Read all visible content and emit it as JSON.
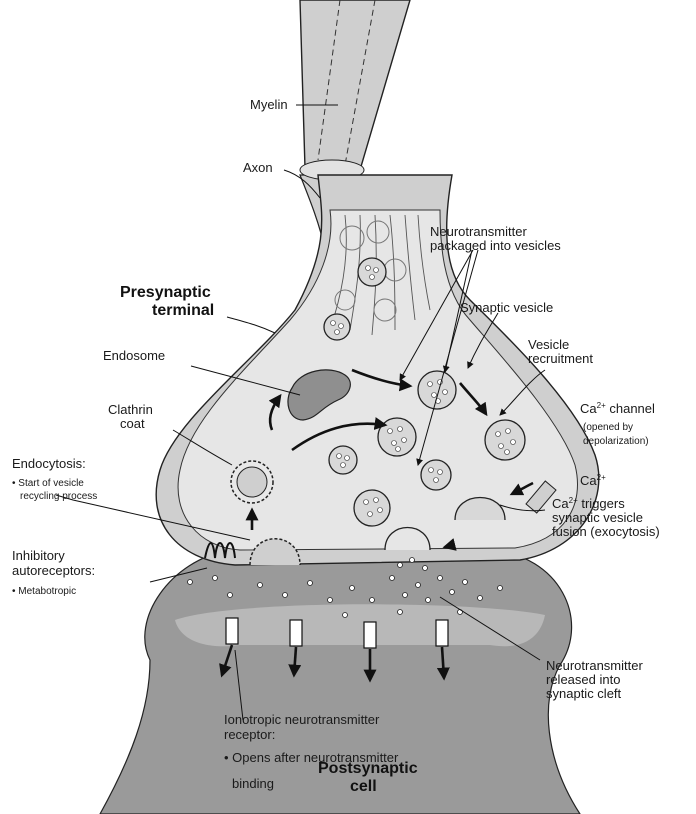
{
  "labels": {
    "myelin": "Myelin",
    "axon": "Axon",
    "nt_packaged_1": "Neurotransmitter",
    "nt_packaged_2": "packaged into vesicles",
    "presynaptic_1": "Presynaptic",
    "presynaptic_2": "terminal",
    "synaptic_vesicle": "Synaptic vesicle",
    "endosome": "Endosome",
    "vesicle_recruitment_1": "Vesicle",
    "vesicle_recruitment_2": "recruitment",
    "clathrin_1": "Clathrin",
    "clathrin_2": "coat",
    "ca_channel_1": "Ca",
    "ca_channel_2": " channel",
    "ca_channel_note_1": "(opened by",
    "ca_channel_note_2": "depolarization)",
    "ca_ion": "Ca",
    "endocytosis_1": "Endocytosis:",
    "endocytosis_2": "• Start of vesicle",
    "endocytosis_3": "recycling process",
    "ca_triggers_1": "Ca",
    "ca_triggers_2": " triggers",
    "ca_triggers_3": "synaptic vesicle",
    "ca_triggers_4": "fusion (exocytosis)",
    "inhibitory_1": "Inhibitory",
    "inhibitory_2": "autoreceptors:",
    "inhibitory_3": "• Metabotropic",
    "nt_released_1": "Neurotransmitter",
    "nt_released_2": "released into",
    "nt_released_3": "synaptic cleft",
    "ionotropic_1": "Ionotropic neurotransmitter",
    "ionotropic_2": "receptor:",
    "ionotropic_3": "• Opens after neurotransmitter",
    "ionotropic_4": "binding",
    "postsynaptic_1": "Postsynaptic",
    "postsynaptic_2": "cell",
    "superscript": "2+"
  },
  "colors": {
    "membrane_fill": "#cfcfcf",
    "terminal_inner": "#e6e6e6",
    "postsynaptic_fill": "#9a9a9a",
    "vesicle_fill": "#d8d8d8",
    "endosome_fill": "#8f8f8f",
    "ink": "#111111"
  }
}
